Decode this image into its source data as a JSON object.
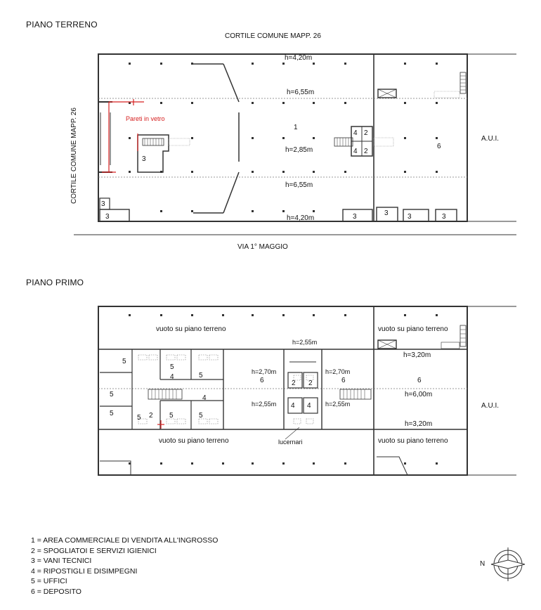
{
  "ground_floor": {
    "title": "PIANO TERRENO",
    "top_neighbor": "CORTILE COMUNE MAPP. 26",
    "left_neighbor": "CORTILE COMUNE MAPP. 26",
    "right_neighbor": "A.U.I.",
    "street": "VIA 1° MAGGIO",
    "glass_note": "Pareti in vetro",
    "heights": {
      "top": "h=4,20m",
      "upper_band": "h=6,55m",
      "center": "h=2,85m",
      "lower_band": "h=6,55m",
      "bottom": "h=4,20m"
    },
    "room_labels": {
      "main_area": "1",
      "warehouse": "6",
      "tech_left": "3",
      "tech_small_a": "3",
      "tech_small_b": "3",
      "tech_b1": "3",
      "tech_b2": "3",
      "tech_b3": "3",
      "tech_b4": "3",
      "stor_a": "4",
      "stor_b": "4",
      "wc_a": "2",
      "wc_b": "2"
    }
  },
  "first_floor": {
    "title": "PIANO PRIMO",
    "right_neighbor": "A.U.I.",
    "void_labels": {
      "top_left": "vuoto su piano terreno",
      "top_right": "vuoto su piano terreno",
      "bottom_left": "vuoto su piano terreno",
      "bottom_right": "vuoto su piano terreno"
    },
    "heights": {
      "upper": "h=3,20m",
      "center": "h=6,00m",
      "lower": "h=3,20m",
      "core_top": "h=2,55m",
      "core_left_upper": "h=2,70m",
      "core_right_upper": "h=2,70m",
      "core_left_lower": "h=2,55m",
      "core_right_lower": "h=2,55m"
    },
    "skylight": "lucernari",
    "room_labels": {
      "office_a": "5",
      "office_b": "5",
      "office_c": "5",
      "office_d": "5",
      "office_e": "5",
      "office_f": "5",
      "office_g": "5",
      "office_h": "5",
      "stor_a": "4",
      "stor_b": "4",
      "stor_c": "4",
      "stor_d": "4",
      "wc_a": "2",
      "wc_b": "2",
      "wc_c": "2",
      "depot_a": "6",
      "depot_b": "6",
      "depot_c": "6"
    }
  },
  "legend": [
    "1 = AREA COMMERCIALE DI VENDITA ALL'INGROSSO",
    "2 = SPOGLIATOI E SERVIZI IGIENICI",
    "3 = VANI TECNICI",
    "4 = RIPOSTIGLI E DISIMPEGNI",
    "5 = UFFICI",
    "6 = DEPOSITO"
  ],
  "north_label": "N",
  "colors": {
    "ink": "#111111",
    "wall": "#333333",
    "dashed": "#666666",
    "accent_red": "#d62020"
  }
}
